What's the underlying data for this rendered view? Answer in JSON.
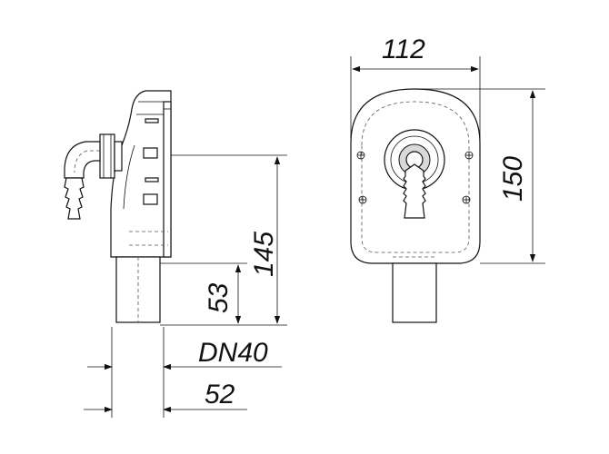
{
  "dimensions": {
    "width_top": "112",
    "height_right": "150",
    "height_side": "145",
    "outlet_height": "53",
    "pipe_size": "DN40",
    "depth": "52"
  }
}
